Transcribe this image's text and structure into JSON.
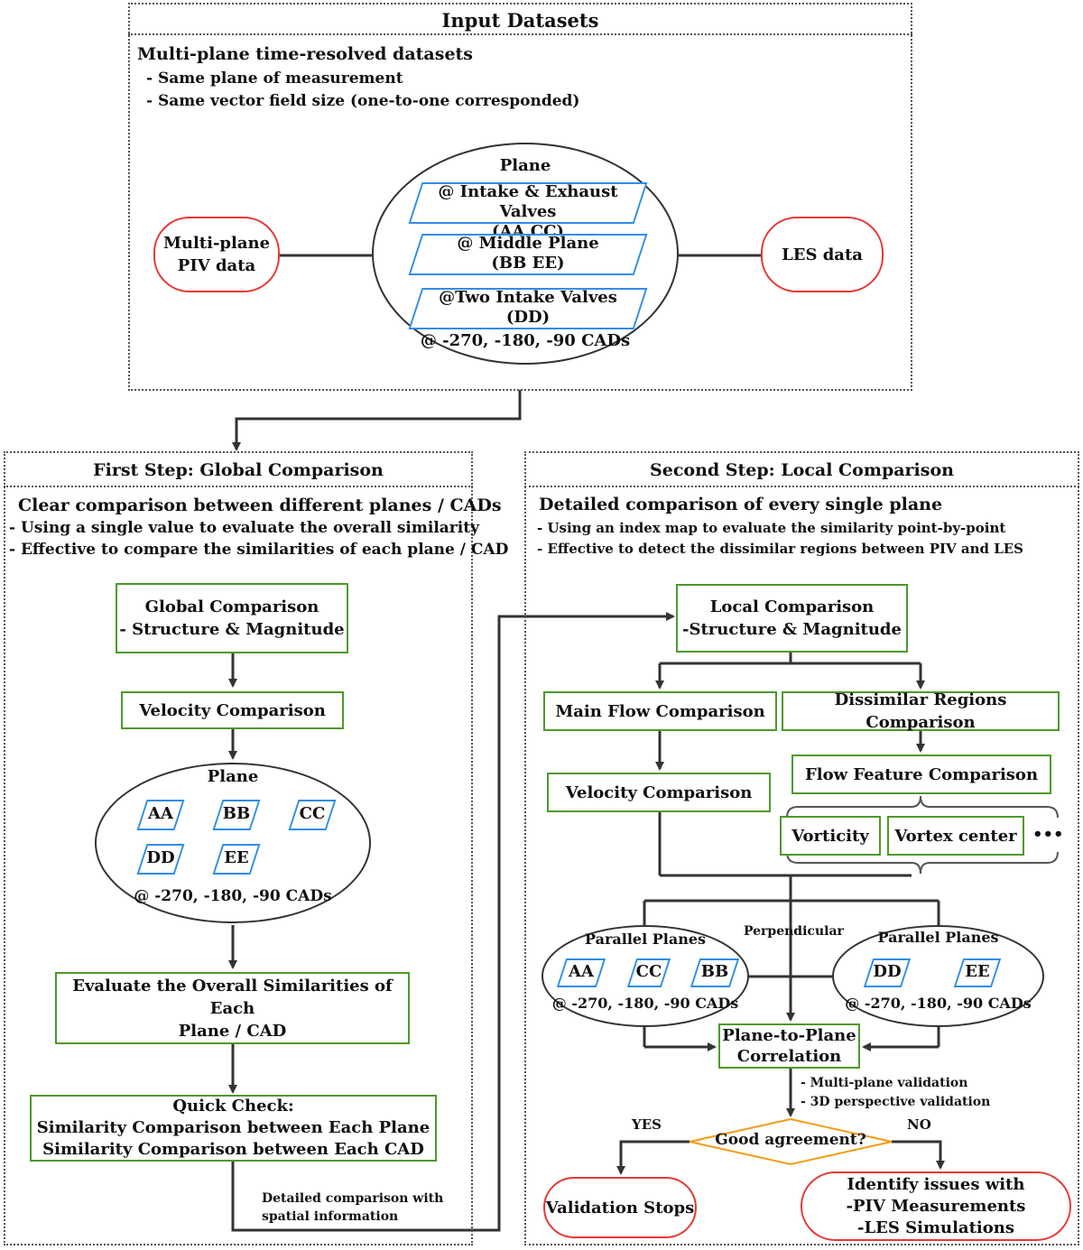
{
  "input": {
    "title": "Input Datasets",
    "subtitle": "Multi-plane time-resolved datasets",
    "bullets": [
      "- Same plane of measurement",
      "- Same vector field size (one-to-one corresponded)"
    ],
    "piv": [
      "Multi-plane",
      "PIV data"
    ],
    "les": "LES data",
    "plane_label": "Plane",
    "planes": [
      {
        "line1": "@ Intake & Exhaust Valves",
        "line2": "(AA CC)"
      },
      {
        "line1": "@ Middle Plane",
        "line2": "(BB EE)"
      },
      {
        "line1": "@Two Intake Valves",
        "line2": "(DD)"
      }
    ],
    "cads": "@ -270, -180, -90 CADs"
  },
  "first": {
    "title": "First Step: Global Comparison",
    "subtitle": "Clear comparison between different planes / CADs",
    "bullets": [
      "- Using a single value to evaluate the overall similarity",
      "- Effective to compare the similarities of each plane / CAD"
    ],
    "global": [
      "Global Comparison",
      "- Structure & Magnitude"
    ],
    "velocity": "Velocity Comparison",
    "plane_label": "Plane",
    "planes": [
      "AA",
      "BB",
      "CC",
      "DD",
      "EE"
    ],
    "cads": "@ -270, -180, -90 CADs",
    "evaluate": [
      "Evaluate the Overall Similarities of Each",
      "Plane / CAD"
    ],
    "quick": [
      "Quick Check:",
      "Similarity Comparison between Each Plane",
      "Similarity Comparison between Each CAD"
    ],
    "note": [
      "Detailed comparison with",
      "spatial information"
    ]
  },
  "second": {
    "title": "Second Step: Local Comparison",
    "subtitle": "Detailed comparison of every single plane",
    "bullets": [
      "- Using an index map to evaluate the similarity point-by-point",
      "- Effective to detect the dissimilar regions between PIV and LES"
    ],
    "local": [
      "Local Comparison",
      "-Structure & Magnitude"
    ],
    "main_flow": "Main Flow Comparison",
    "dissimilar": "Dissimilar Regions Comparison",
    "velocity": "Velocity Comparison",
    "flow_feature": "Flow Feature Comparison",
    "vorticity": "Vorticity",
    "vortex": "Vortex center",
    "ellipsis": "•••",
    "parallel_left": "Parallel Planes",
    "left_planes": [
      "AA",
      "CC",
      "BB"
    ],
    "perpendicular": "Perpendicular",
    "parallel_right": "Parallel Planes",
    "right_planes": [
      "DD",
      "EE"
    ],
    "cads": "@ -270, -180, -90 CADs",
    "correlation": [
      "Plane-to-Plane",
      "Correlation"
    ],
    "validation_notes": [
      "- Multi-plane validation",
      "- 3D perspective validation"
    ],
    "decision": "Good agreement?",
    "yes": "YES",
    "no": "NO",
    "stop": "Validation Stops",
    "issues": [
      "Identify issues with",
      "-PIV Measurements",
      "-LES Simulations"
    ]
  },
  "colors": {
    "green": "#4c9a2a",
    "red": "#e53935",
    "blue": "#2f8ee8",
    "orange": "#f39c12"
  }
}
